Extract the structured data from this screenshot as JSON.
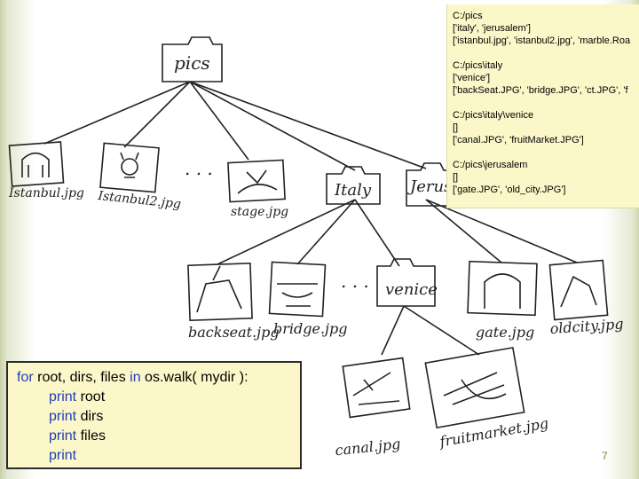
{
  "diagram": {
    "root_folder": "pics",
    "italy_folder": "Italy",
    "jerusalem_folder": "Jerusalem",
    "venice_folder": "venice",
    "ellipsis": ". . .",
    "files": {
      "istanbul": "Istanbul.jpg",
      "istanbul2": "Istanbul2.jpg",
      "stage": "stage.jpg",
      "backseat": "backseat.jpg",
      "bridge": "bridge.jpg",
      "gate": "gate.jpg",
      "oldcity": "oldcity.jpg",
      "canal": "canal.jpg",
      "fruitmarket": "fruitmarket.jpg"
    }
  },
  "output": [
    {
      "root": "C:/pics",
      "dirs": "['italy', 'jerusalem']",
      "files": "['istanbul.jpg', 'istanbul2.jpg', 'marble.Roa"
    },
    {
      "root": "C:/pics\\italy",
      "dirs": "['venice']",
      "files": "['backSeat.JPG', 'bridge.JPG', 'ct.JPG', 'f"
    },
    {
      "root": "C:/pics\\italy\\venice",
      "dirs": "[]",
      "files": "['canal.JPG', 'fruitMarket.JPG']"
    },
    {
      "root": "C:/pics\\jerusalem",
      "dirs": "[]",
      "files": "['gate.JPG', 'old_city.JPG']"
    }
  ],
  "code": {
    "kw_for": "for",
    "loop_vars": " root, dirs, files ",
    "kw_in": "in",
    "call": " os.walk( mydir ):",
    "kw_print1": "print",
    "arg1": " root",
    "kw_print2": "print",
    "arg2": " dirs",
    "kw_print3": "print",
    "arg3": " files",
    "kw_print4": "print"
  },
  "page_number": "7",
  "colors": {
    "accent_keyword": "#1f3fb8",
    "box_fill": "#fcf7c8",
    "page_number": "#6a8f3a"
  }
}
